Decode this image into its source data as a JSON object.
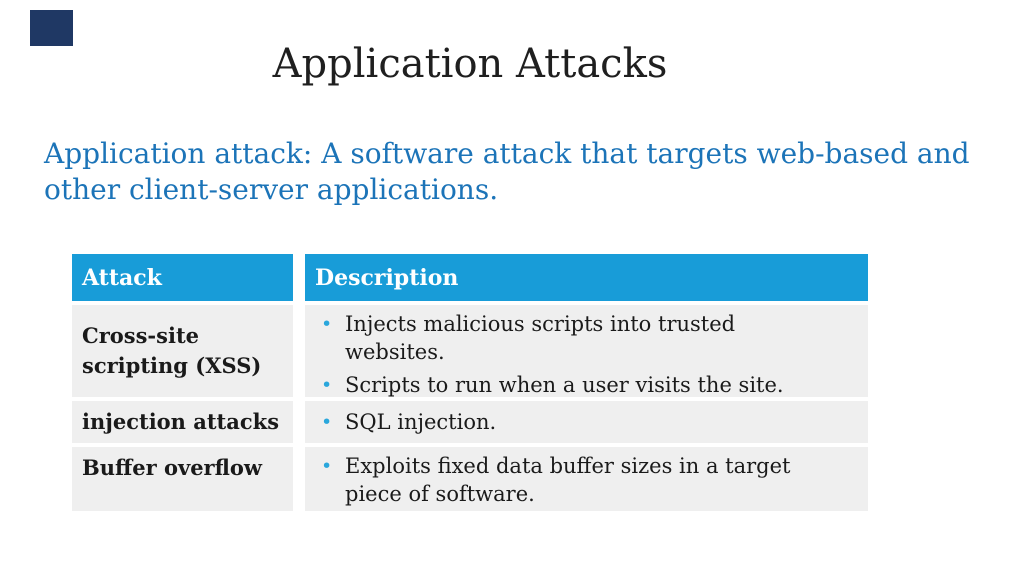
{
  "slide": {
    "title": "Application Attacks",
    "intro_lines": [
      "Application attack: A software attack that targets web-based and",
      "other client-server applications."
    ],
    "bullet_glyph": "•"
  },
  "table": {
    "headers": {
      "attack": "Attack",
      "description": "Description"
    },
    "rows": [
      {
        "attack_lines": [
          "Cross-site",
          "scripting (XSS)"
        ],
        "bullets": [
          {
            "lines": [
              "Injects malicious scripts into trusted",
              "websites."
            ]
          },
          {
            "lines": [
              "Scripts to run when a user visits the site."
            ]
          }
        ]
      },
      {
        "attack_lines": [
          "injection attacks"
        ],
        "bullets": [
          {
            "lines": [
              "SQL injection."
            ]
          }
        ]
      },
      {
        "attack_lines": [
          "Buffer overflow"
        ],
        "bullets": [
          {
            "lines": [
              "Exploits fixed data buffer sizes in a target",
              "piece of software."
            ]
          }
        ]
      }
    ]
  },
  "colors": {
    "accent_square": "#1F3864",
    "table_header_bg": "#189CD8",
    "table_header_text": "#FFFFFF",
    "table_row_bg": "#EFEFEF",
    "bullet": "#2AA7DC",
    "intro_text": "#1C74B8",
    "title_text": "#1F1F1F",
    "body_text": "#1A1A1A"
  }
}
